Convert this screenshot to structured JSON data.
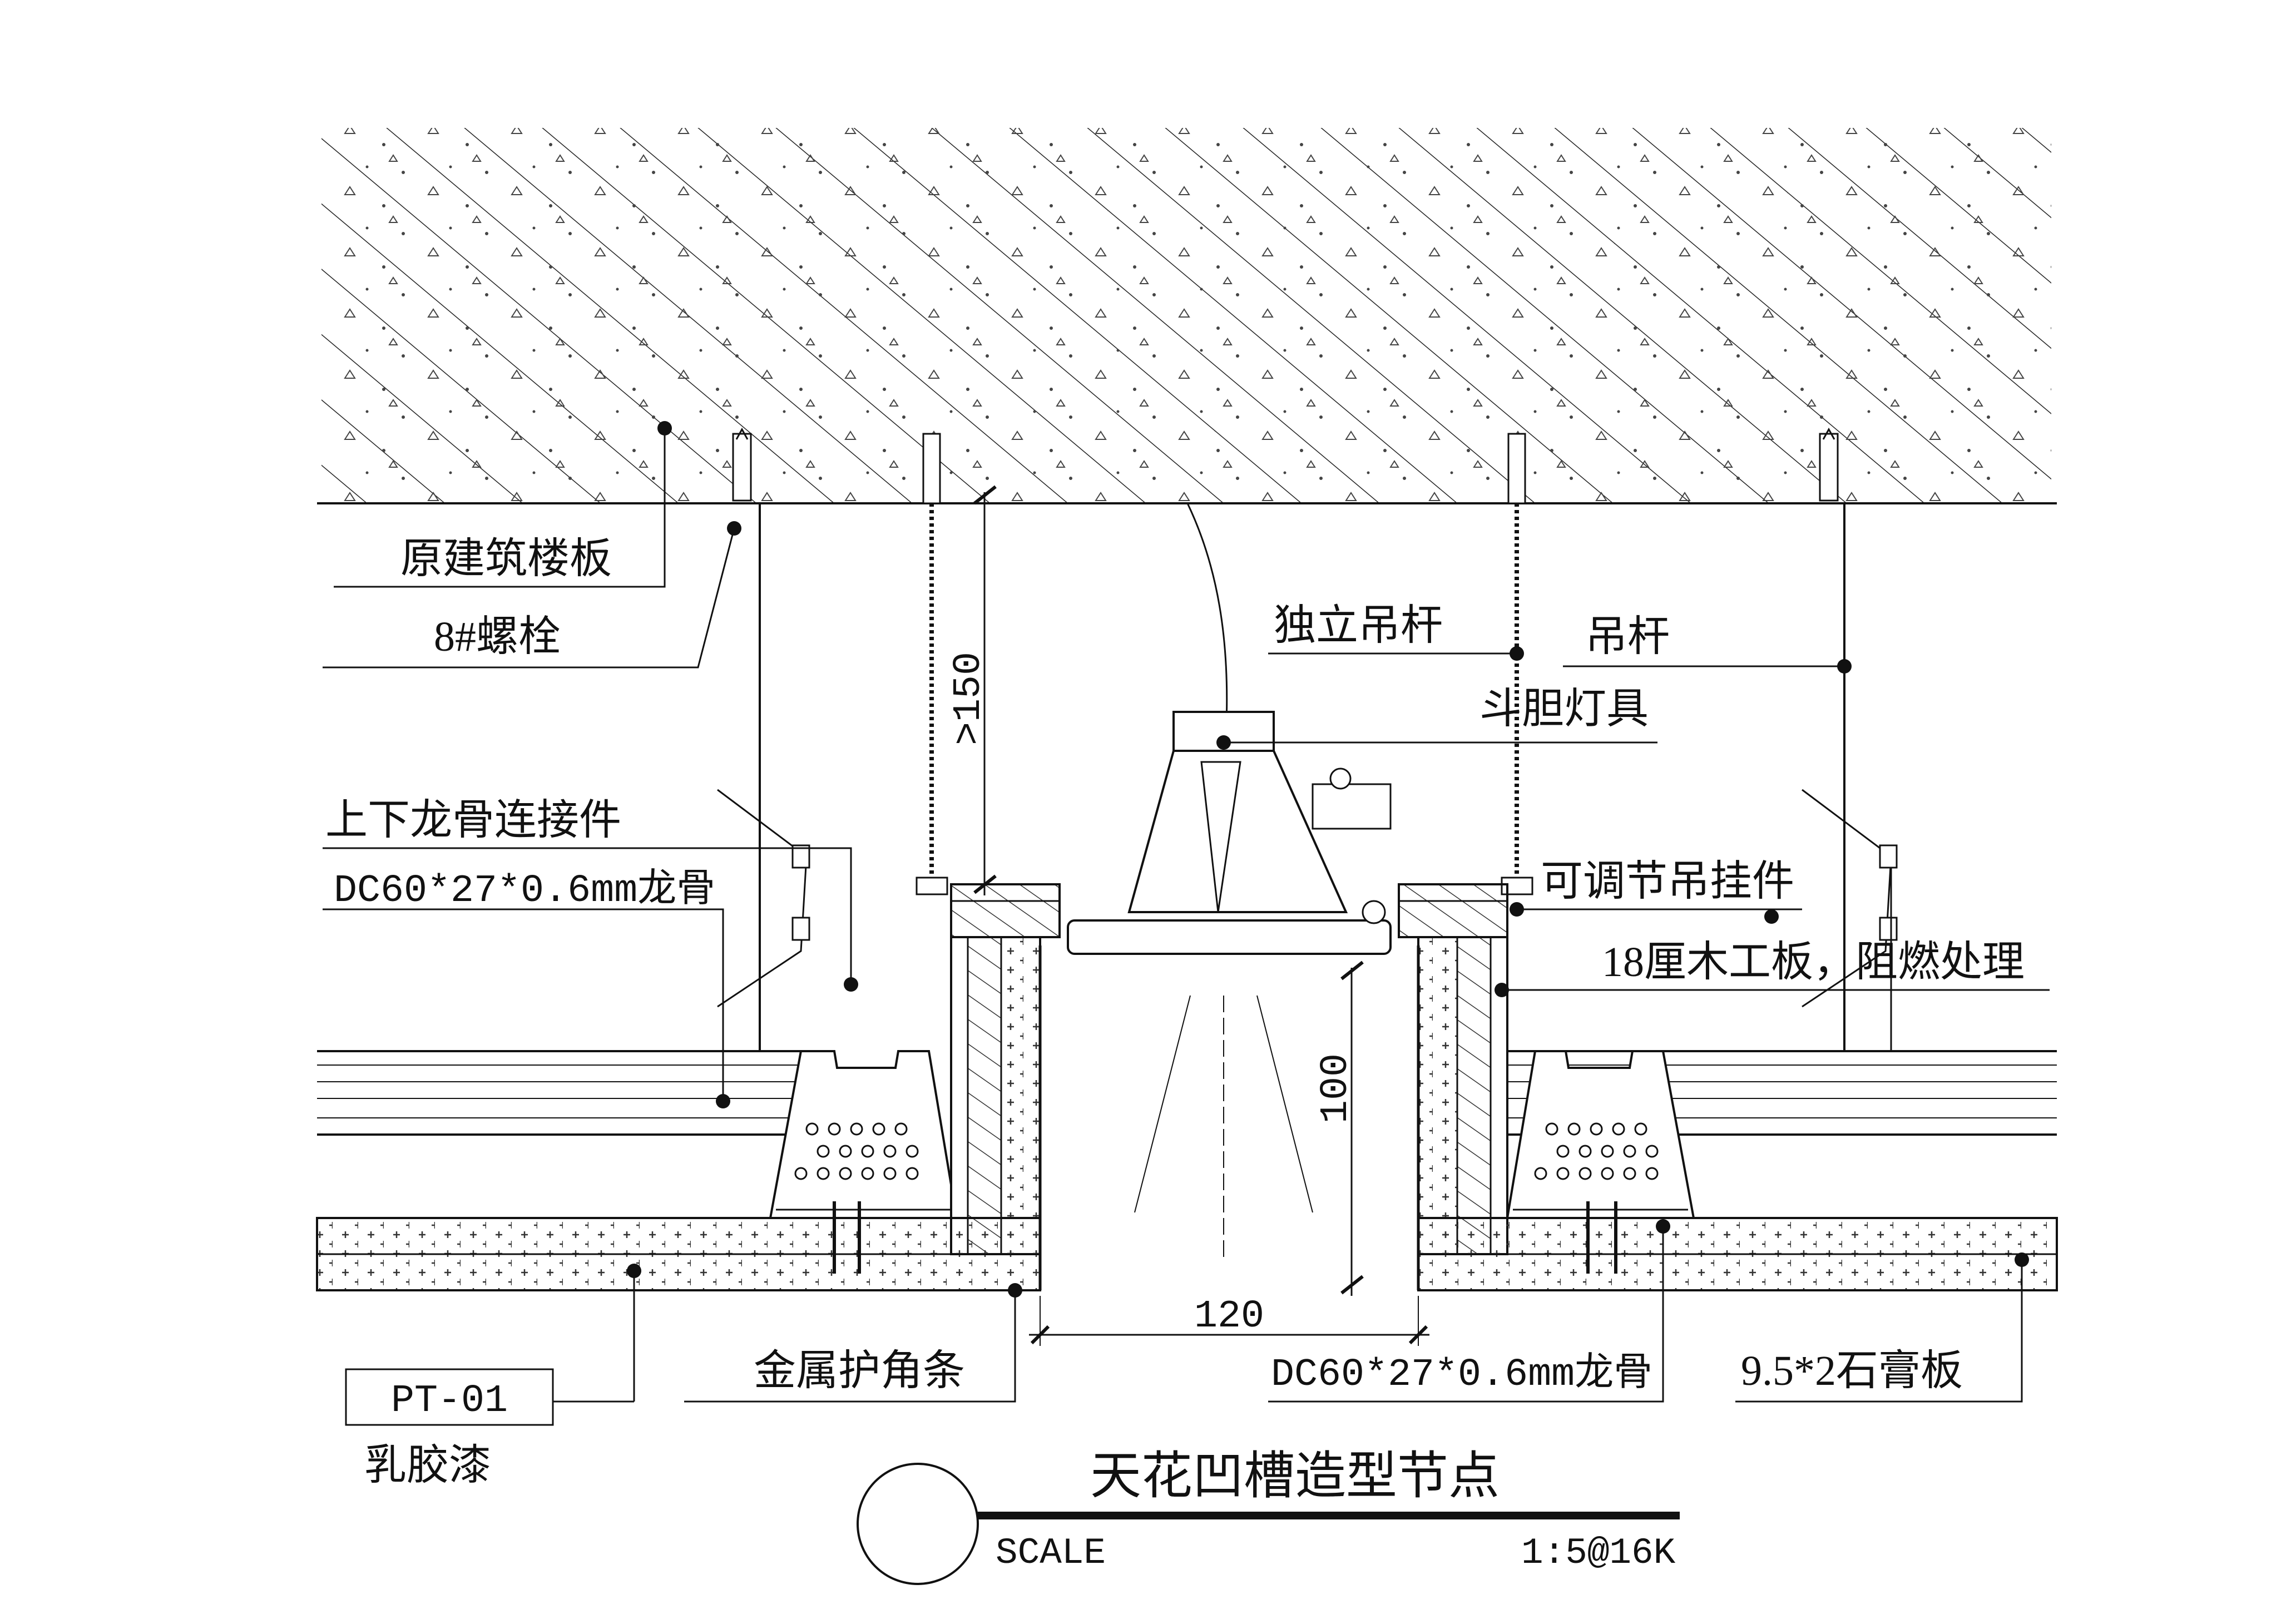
{
  "labels": {
    "floor_slab": "原建筑楼板",
    "bolt": "8#螺栓",
    "connector": "上下龙骨连接件",
    "keel_left": "DC60*27*0.6mm龙骨",
    "independent_rod": "独立吊杆",
    "rod": "吊杆",
    "downlight": "斗胆灯具",
    "adjustable_hanger": "可调节吊挂件",
    "plywood": "18厘木工板，阻燃处理",
    "metal_corner": "金属护角条",
    "keel_right": "DC60*27*0.6mm龙骨",
    "gypsum": "9.5*2石膏板",
    "paint_code": "PT-01",
    "paint": "乳胶漆"
  },
  "dimensions": {
    "height_min": ">150",
    "depth": "100",
    "width": "120"
  },
  "title": {
    "main": "天花凹槽造型节点",
    "scale_label": "SCALE",
    "scale_value": "1:5@16K"
  },
  "colors": {
    "line": "#111111",
    "background": "#ffffff"
  }
}
